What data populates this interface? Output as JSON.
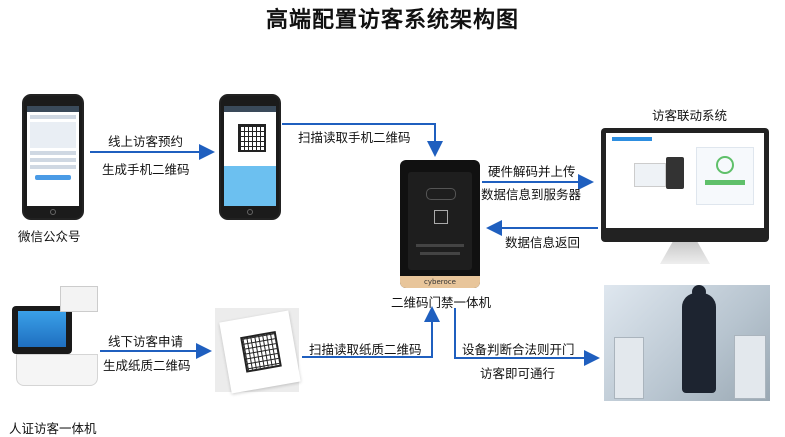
{
  "title": "高端配置访客系统架构图",
  "nodes": {
    "wechat": "微信公众号",
    "visitor_system": "访客联动系统",
    "qr_gate": "二维码门禁一体机",
    "id_kiosk": "人证访客一体机"
  },
  "edges": {
    "online_1": "线上访客预约",
    "online_2": "生成手机二维码",
    "scan_phone": "扫描读取手机二维码",
    "decode_1": "硬件解码并上传",
    "decode_2": "数据信息到服务器",
    "return": "数据信息返回",
    "offline_1": "线下访客申请",
    "offline_2": "生成纸质二维码",
    "scan_paper": "扫描读取纸质二维码",
    "judge_1": "设备判断合法则开门",
    "judge_2": "访客即可通行"
  },
  "device_brand": "cyberoce",
  "colors": {
    "arrow": "#1f5fbf",
    "accent": "#2d8ee0"
  }
}
